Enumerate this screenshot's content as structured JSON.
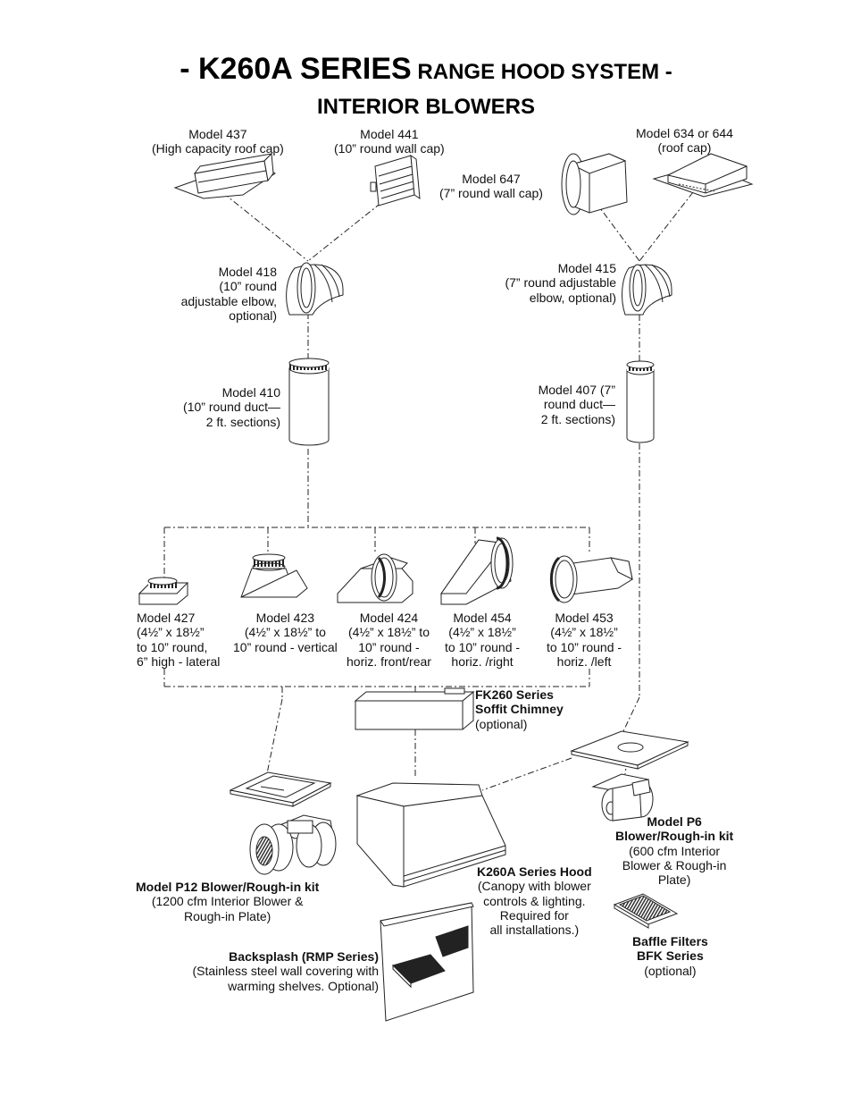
{
  "title": {
    "dash_left": "- ",
    "main": "K260A SERIES",
    "rest": " RANGE HOOD SYSTEM -",
    "subtitle": "INTERIOR BLOWERS"
  },
  "components": {
    "m437": {
      "model": "Model 437",
      "desc": "(High capacity roof cap)"
    },
    "m441": {
      "model": "Model 441",
      "desc": "(10” round wall cap)"
    },
    "m647": {
      "model": "Model 647",
      "desc": "(7” round wall cap)"
    },
    "m634": {
      "model": "Model 634 or 644",
      "desc": "(roof cap)"
    },
    "m418": {
      "model": "Model 418",
      "l2": "(10” round",
      "l3": "adjustable elbow,",
      "l4": "optional)"
    },
    "m415": {
      "model": "Model 415",
      "l2": "(7” round adjustable",
      "l3": "elbow, optional)"
    },
    "m410": {
      "model": "Model 410",
      "l2": "(10” round duct—",
      "l3": "2 ft. sections)"
    },
    "m407": {
      "l1": "Model 407 (7”",
      "l2": "round duct—",
      "l3": "2 ft. sections)"
    },
    "m427": {
      "model": "Model 427",
      "l2": "(4½” x 18½”",
      "l3": "to 10” round,",
      "l4": "6” high - lateral"
    },
    "m423": {
      "model": "Model 423",
      "l2": "(4½” x 18½” to",
      "l3": "10” round - vertical"
    },
    "m424": {
      "model": "Model 424",
      "l2": "(4½” x 18½” to",
      "l3": "10” round -",
      "l4": "horiz. front/rear"
    },
    "m454": {
      "model": "Model 454",
      "l2": "(4½” x 18½”",
      "l3": "to 10” round -",
      "l4": "horiz. /right"
    },
    "m453": {
      "model": "Model 453",
      "l2": "(4½” x 18½”",
      "l3": "to 10” round -",
      "l4": "horiz. /left"
    },
    "fk260": {
      "l1": "FK260 Series",
      "l2": "Soffit Chimney",
      "l3": "(optional)"
    },
    "p6": {
      "l1": "Model P6",
      "l2": "Blower/Rough-in kit",
      "l3": "(600 cfm Interior",
      "l4": "Blower & Rough-in",
      "l5": "Plate)"
    },
    "k260a": {
      "l1": "K260A Series Hood",
      "l2": "(Canopy with blower",
      "l3": "controls & lighting.",
      "l4": "Required for",
      "l5": "all installations.)"
    },
    "p12": {
      "l1": "Model P12 Blower/Rough-in kit",
      "l2": "(1200 cfm Interior Blower &",
      "l3": "Rough-in Plate)"
    },
    "baffle": {
      "l1": "Baffle Filters",
      "l2": "BFK Series",
      "l3": "(optional)"
    },
    "backsplash": {
      "l1": "Backsplash (RMP Series)",
      "l2": "(Stainless steel wall covering with",
      "l3": "warming shelves. Optional)"
    }
  },
  "colors": {
    "line": "#1a1a1a",
    "fill": "#ffffff",
    "dark": "#222222"
  }
}
